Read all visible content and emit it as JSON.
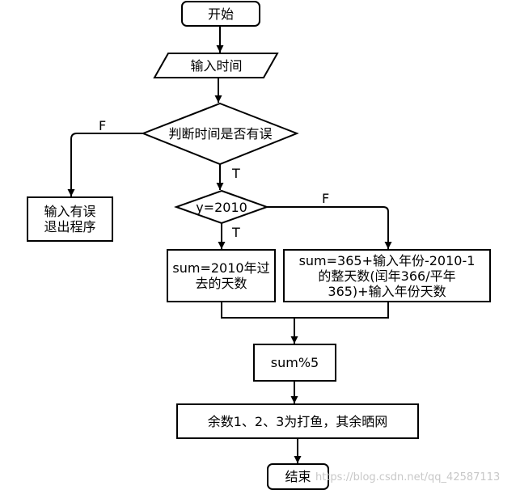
{
  "nodes": {
    "start": "开始",
    "input_time": "输入时间",
    "check_time": "判断时间是否有误",
    "error_exit_line1": "输入有误",
    "error_exit_line2": "退出程序",
    "year_check": "y=2010",
    "sum_2010_line1": "sum=2010年过",
    "sum_2010_line2": "去的天数",
    "sum_other_line1": "sum=365+输入年份-2010-1",
    "sum_other_line2": "的整天数(闰年366/平年",
    "sum_other_line3": "365)+输入年份天数",
    "modulo": "sum%5",
    "result": "余数1、2、3为打鱼，其余晒网",
    "end": "结束"
  },
  "edge_labels": {
    "check_false": "F",
    "check_true": "T",
    "year_true": "T",
    "year_false": "F"
  },
  "watermark": "https://blog.csdn.net/qq_42587113"
}
